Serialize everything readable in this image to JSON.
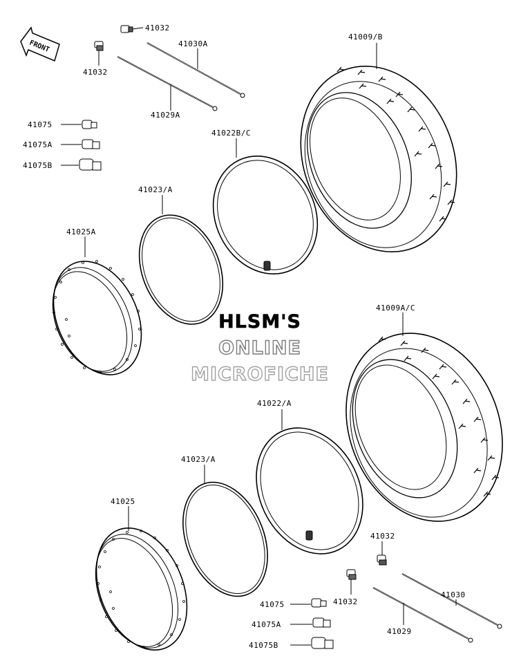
{
  "front_label": "FRONT",
  "watermark": {
    "line1": "HLSM'S",
    "line2": "ONLINE",
    "line3": "MICROFICHE",
    "color1": "#000000",
    "color2": "#7a7a7a",
    "color3": "#a0a0a0"
  },
  "labels": {
    "l41032_top": "41032",
    "l41030A": "41030A",
    "l41009B": "41009/B",
    "l41032_left": "41032",
    "l41029A": "41029A",
    "l41075_top": "41075",
    "l41075A_top": "41075A",
    "l41075B_top": "41075B",
    "l41022BC": "41022B/C",
    "l41023A_top": "41023/A",
    "l41025A": "41025A",
    "l41009AC": "41009A/C",
    "l41022A": "41022/A",
    "l41023A_bottom": "41023/A",
    "l41025": "41025",
    "l41032_br1": "41032",
    "l41032_br2": "41032",
    "l41030": "41030",
    "l41029": "41029",
    "l41075_bottom": "41075",
    "l41075A_bottom": "41075A",
    "l41075B_bottom": "41075B"
  }
}
